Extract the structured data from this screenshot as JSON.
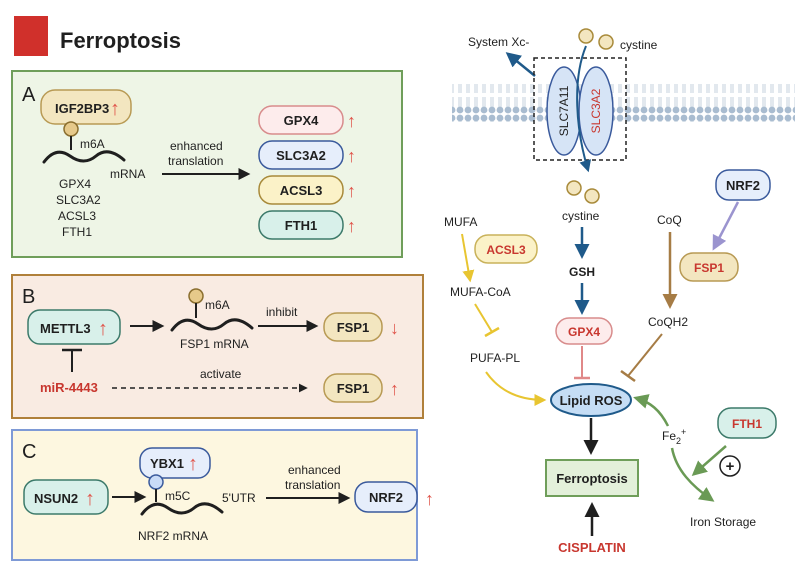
{
  "header": {
    "title": "Ferroptosis",
    "marker_color": "#d0302b"
  },
  "panel_a": {
    "letter": "A",
    "reader": "IGF2BP3",
    "mark": "m6A",
    "mrna_label": "mRNA",
    "transcripts": [
      "GPX4",
      "SLC3A2",
      "ACSL3",
      "FTH1"
    ],
    "arrow_label_1": "enhanced",
    "arrow_label_2": "translation",
    "targets": [
      {
        "label": "GPX4",
        "fill": "#fdecec",
        "stroke": "#d88c8c"
      },
      {
        "label": "SLC3A2",
        "fill": "#e6eefb",
        "stroke": "#3a5a9c"
      },
      {
        "label": "ACSL3",
        "fill": "#fbf2c8",
        "stroke": "#a88a3a"
      },
      {
        "label": "FTH1",
        "fill": "#d8f0ea",
        "stroke": "#3c7a6a"
      }
    ],
    "up_arrow": "↑"
  },
  "panel_b": {
    "letter": "B",
    "writer": "METTL3",
    "mark": "m6A",
    "mrna_label": "FSP1 mRNA",
    "inhibit_label": "inhibit",
    "target_top": "FSP1",
    "down_arrow": "↓",
    "mirna": "miR-4443",
    "activate_label": "activate",
    "target_bottom": "FSP1",
    "up_arrow": "↑"
  },
  "panel_c": {
    "letter": "C",
    "writer": "NSUN2",
    "reader": "YBX1",
    "mark": "m5C",
    "utr_label": "5'UTR",
    "mrna_label": "NRF2 mRNA",
    "arrow_label_1": "enhanced",
    "arrow_label_2": "translation",
    "target": "NRF2",
    "up_arrow": "↑"
  },
  "pathway": {
    "system_xc": "System Xc-",
    "cystine_top": "cystine",
    "transporter_left": "SLC7A11",
    "transporter_right": "SLC3A2",
    "cystine_inside": "cystine",
    "gsh": "GSH",
    "gpx4": "GPX4",
    "mufa": "MUFA",
    "acsl3": "ACSL3",
    "mufa_coa": "MUFA-CoA",
    "pufa_pl": "PUFA-PL",
    "lipid_ros": "Lipid ROS",
    "ferroptosis": "Ferroptosis",
    "cisplatin": "CISPLATIN",
    "coq": "CoQ",
    "nrf2": "NRF2",
    "fsp1": "FSP1",
    "coqh2": "CoQH2",
    "fe_main": "Fe",
    "fe_sub": "2",
    "fe_sup": "+",
    "fth1": "FTH1",
    "plus": "+",
    "iron_storage": "Iron Storage"
  },
  "colors": {
    "red_text": "#c8372f",
    "up_arrow": "#e0554b",
    "dark_blue": "#1f5a8a",
    "yellow": "#e8c531",
    "brown": "#a67c45",
    "purple": "#9b94cf",
    "pink": "#e08888",
    "green": "#6a9a55"
  }
}
